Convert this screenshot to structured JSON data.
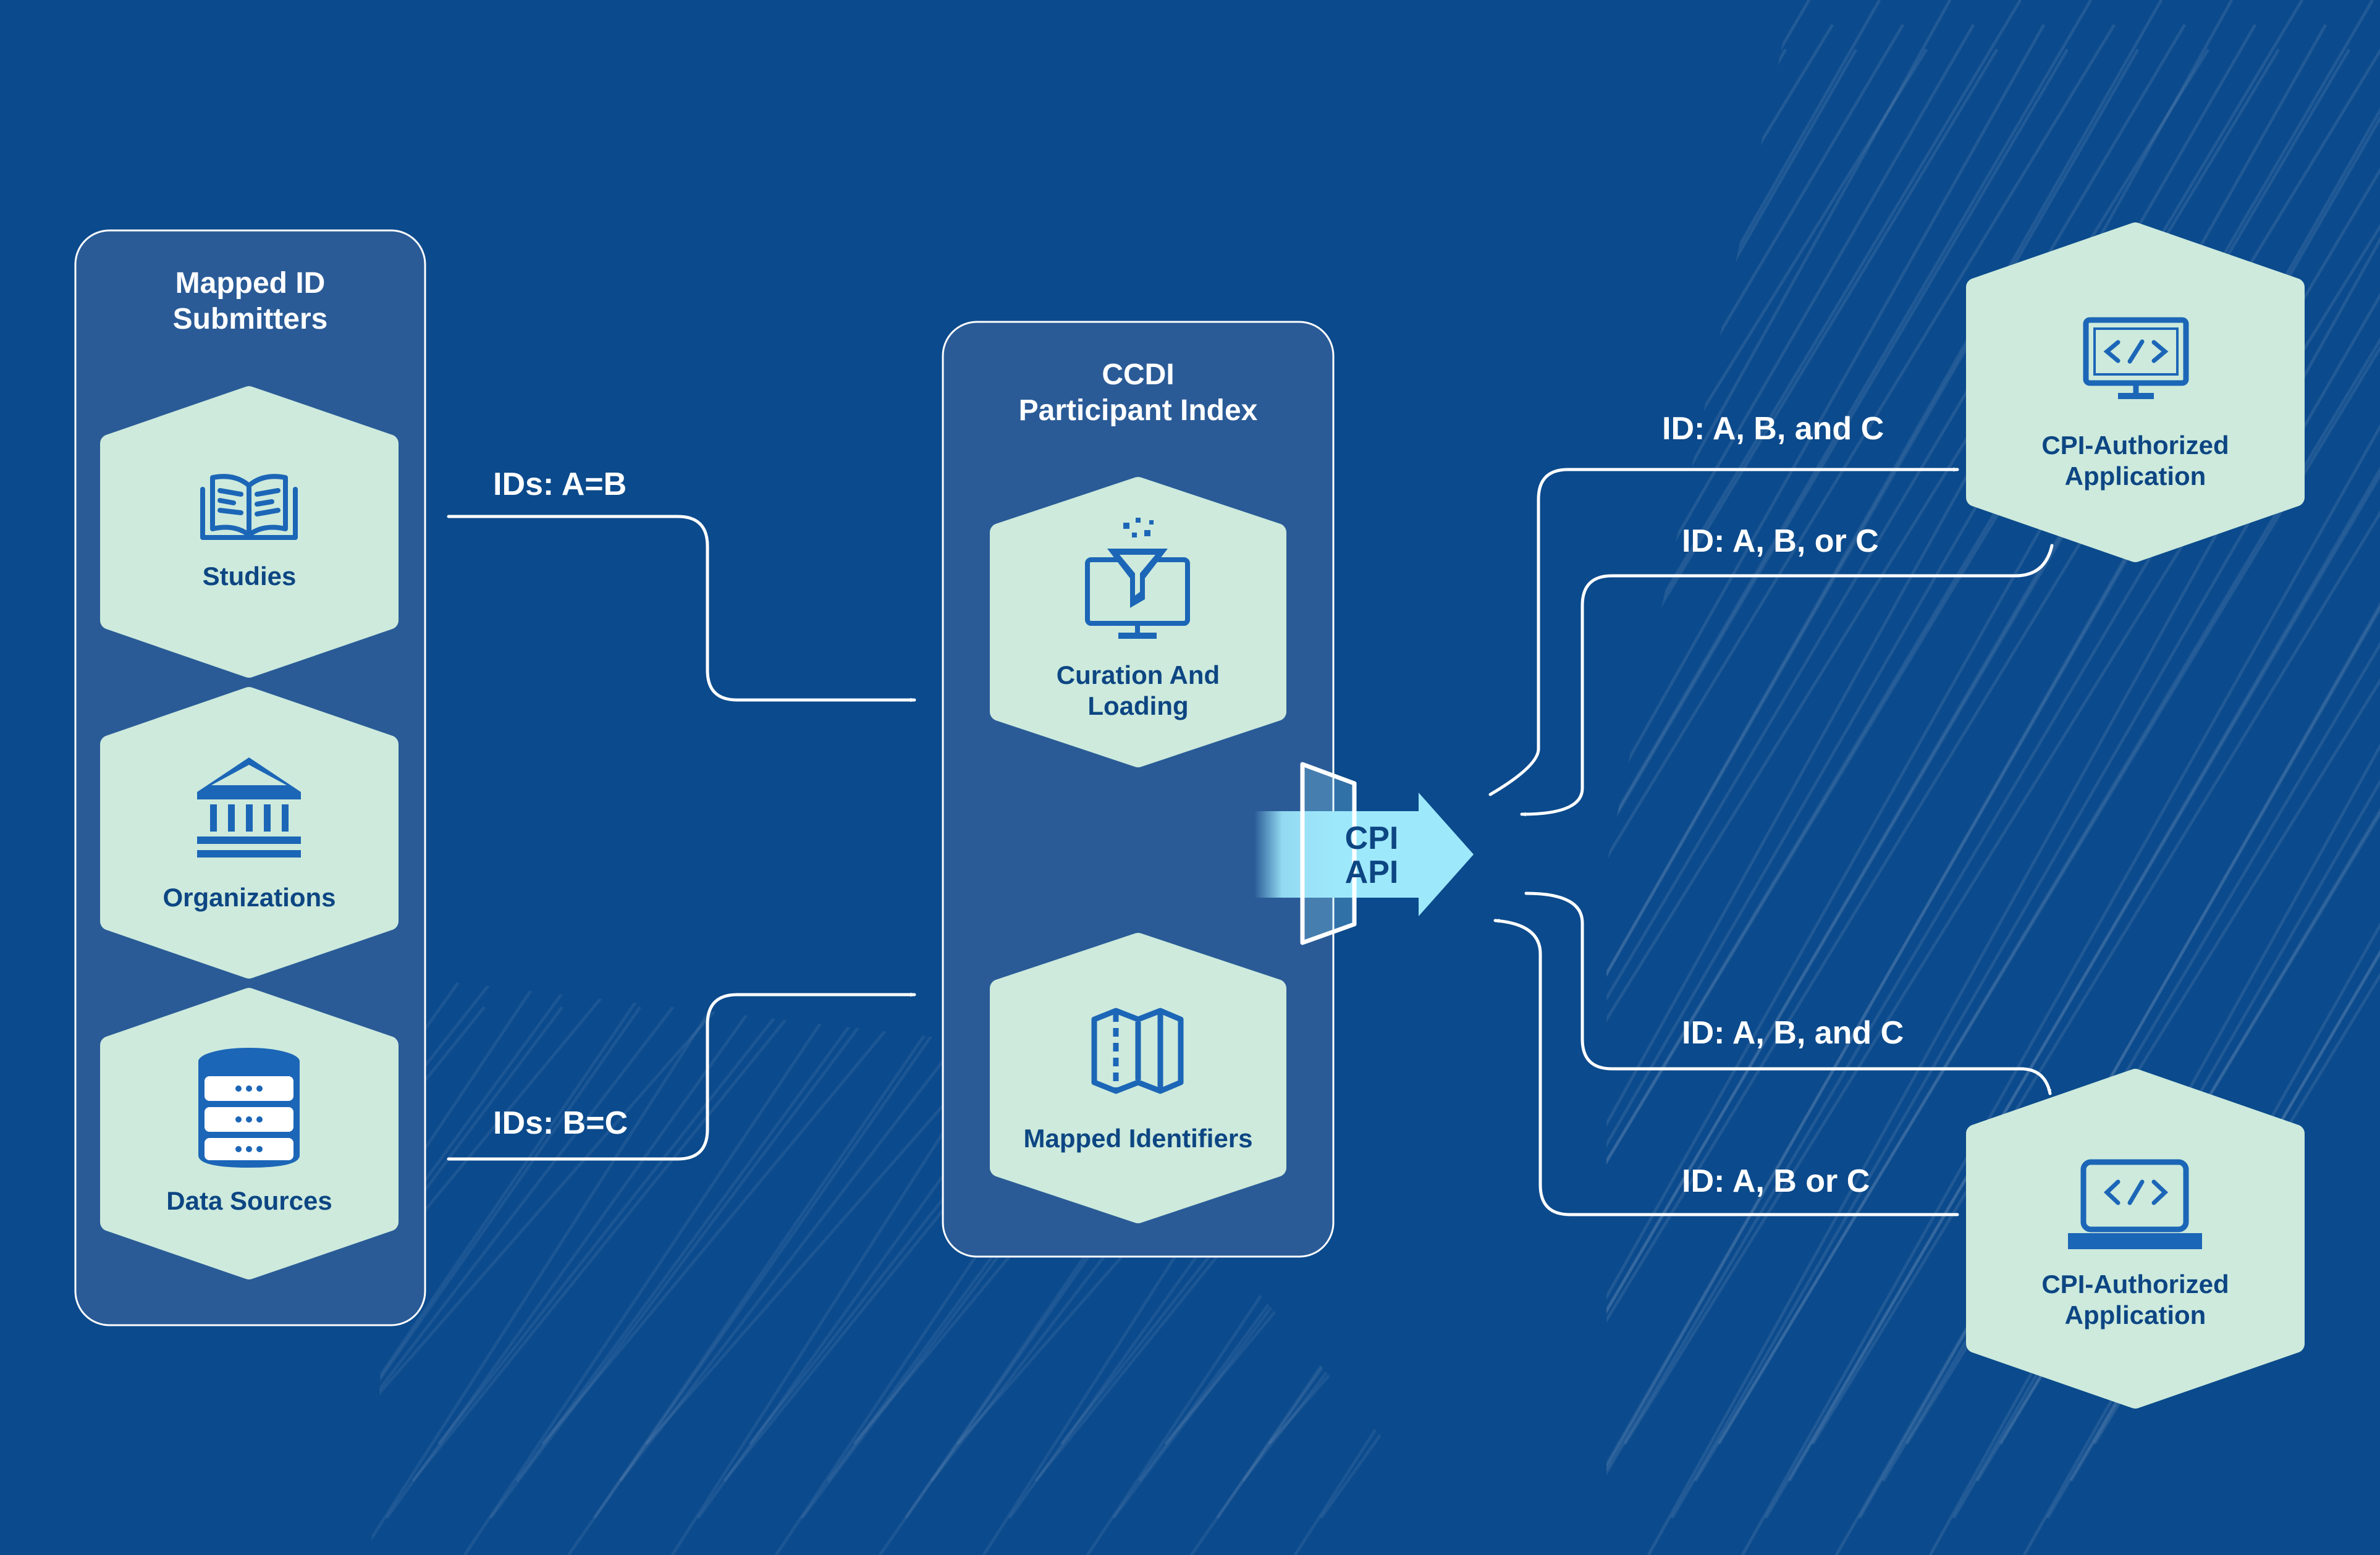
{
  "colors": {
    "background": "#0b4a8c",
    "panel_fill": "#2a5b97",
    "hex_fill": "#cdeadc",
    "icon_blue": "#1c66b7",
    "text_dark": "#0d4683",
    "api_arrow": "#9ee8fb"
  },
  "submitters": {
    "title": "Mapped ID\nSubmitters",
    "items": [
      {
        "label": "Studies",
        "icon": "open-book-icon"
      },
      {
        "label": "Organizations",
        "icon": "institution-building-icon"
      },
      {
        "label": "Data Sources",
        "icon": "database-icon"
      }
    ]
  },
  "flows_in": {
    "top_label": "IDs: A=B",
    "bottom_label": "IDs: B=C"
  },
  "index": {
    "title": "CCDI\nParticipant Index",
    "items": [
      {
        "label": "Curation And\nLoading",
        "icon": "funnel-monitor-icon"
      },
      {
        "label": "Mapped Identifiers",
        "icon": "map-icon"
      }
    ]
  },
  "api": {
    "label": "CPI\nAPI"
  },
  "flows_out": {
    "top_request": "ID: A, B, and C",
    "top_response": "ID: A, B, or C",
    "bottom_request": "ID: A, B, and C",
    "bottom_response": "ID: A, B or C"
  },
  "apps": [
    {
      "label": "CPI-Authorized\nApplication",
      "icon": "code-monitor-icon"
    },
    {
      "label": "CPI-Authorized\nApplication",
      "icon": "code-laptop-icon"
    }
  ]
}
